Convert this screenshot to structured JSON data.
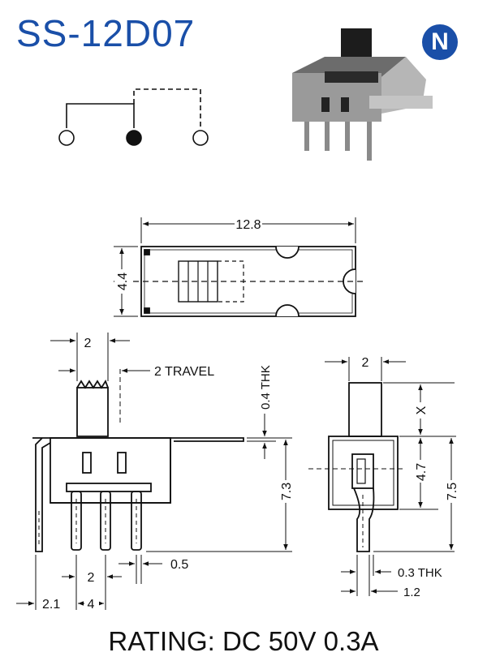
{
  "title": "SS-12D07",
  "brand_mark": "N",
  "rating": "RATING: DC 50V 0.3A",
  "top_view": {
    "length": "12.8",
    "width": "4.4"
  },
  "side_view": {
    "actuator_width": "2",
    "travel": "2 TRAVEL",
    "bracket_thickness": "0.4 THK",
    "height": "7.3",
    "pin_spacing": "2",
    "pin_width": "0.5",
    "left_offset": "2.1",
    "bracket_span": "4"
  },
  "end_view": {
    "actuator_width": "2",
    "actuator_height": "X",
    "body_height": "4.7",
    "total_height": "7.5",
    "pin_thickness": "0.3 THK",
    "pin_pitch": "1.2"
  },
  "colors": {
    "title": "#1a4fa8",
    "ink": "#111111"
  }
}
